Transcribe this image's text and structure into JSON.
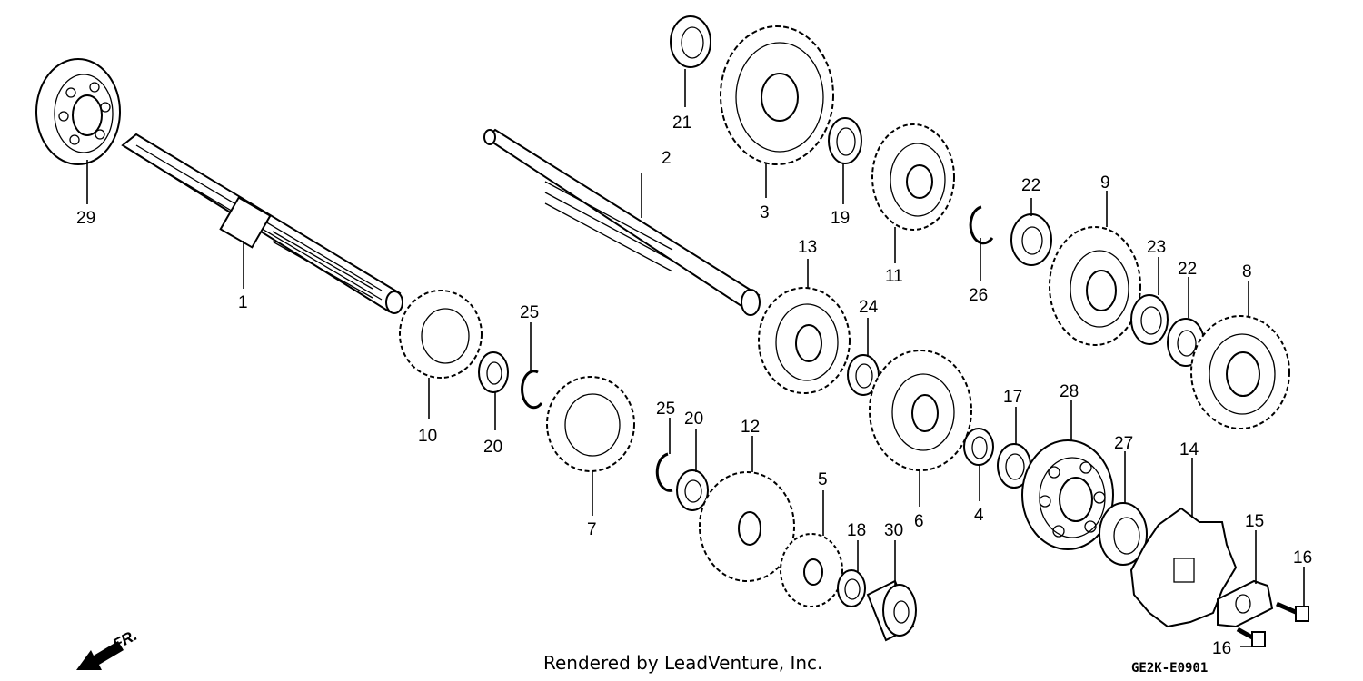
{
  "footer": {
    "credit": "Rendered by LeadVenture, Inc.",
    "diagram_code": "GE2K-E0901"
  },
  "direction_indicator": {
    "label": "FR.",
    "icon": "front-direction-arrow-icon"
  },
  "callouts": [
    "29",
    "1",
    "2",
    "3",
    "21",
    "19",
    "11",
    "26",
    "22",
    "9",
    "23",
    "22",
    "8",
    "13",
    "24",
    "10",
    "20",
    "25",
    "7",
    "25",
    "20",
    "12",
    "5",
    "18",
    "30",
    "6",
    "4",
    "17",
    "28",
    "27",
    "14",
    "15",
    "16",
    "16"
  ]
}
